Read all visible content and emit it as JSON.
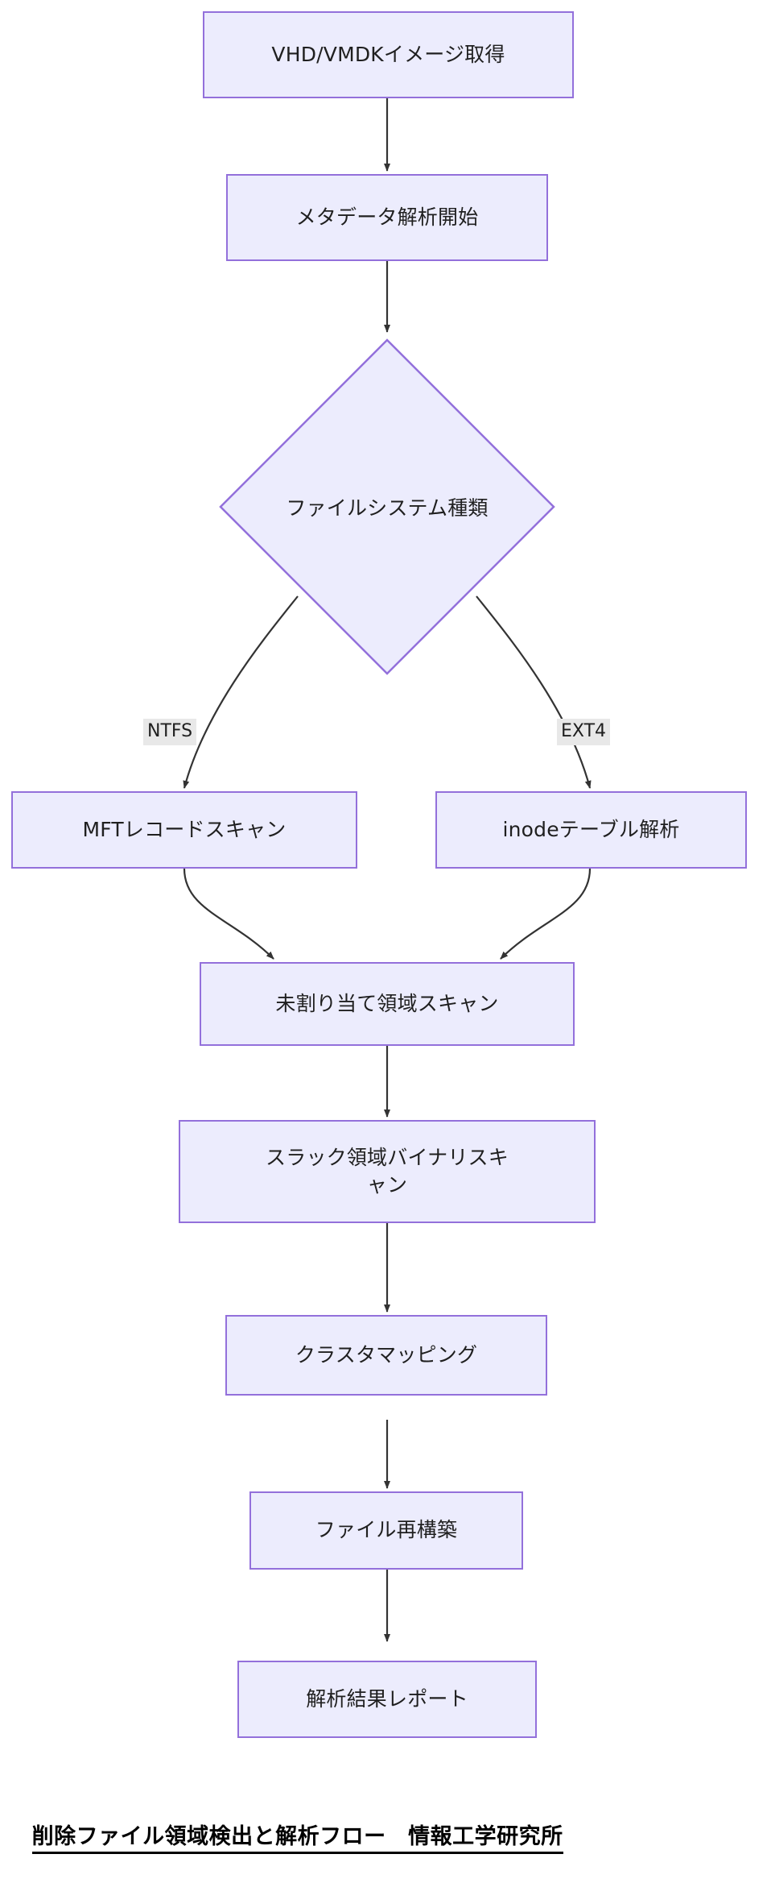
{
  "diagram": {
    "type": "flowchart",
    "direction": "top-to-bottom",
    "theme": {
      "node_fill": "#ececfd",
      "node_border": "#9370db",
      "edge_color": "#333333",
      "edge_label_bg": "#e8e8e8",
      "text_color": "#1f1f1f",
      "background": "#ffffff"
    },
    "nodes": [
      {
        "id": "n1",
        "shape": "rect",
        "label": "VHD/VMDKイメージ取得"
      },
      {
        "id": "n2",
        "shape": "rect",
        "label": "メタデータ解析開始"
      },
      {
        "id": "n3",
        "shape": "diamond",
        "label": "ファイルシステム種類"
      },
      {
        "id": "n4",
        "shape": "rect",
        "label": "MFTレコードスキャン"
      },
      {
        "id": "n5",
        "shape": "rect",
        "label": "inodeテーブル解析"
      },
      {
        "id": "n6",
        "shape": "rect",
        "label": "未割り当て領域スキャン"
      },
      {
        "id": "n7",
        "shape": "rect",
        "label": "スラック領域バイナリスキ\nャン"
      },
      {
        "id": "n8",
        "shape": "rect",
        "label": "クラスタマッピング"
      },
      {
        "id": "n9",
        "shape": "rect",
        "label": "ファイル再構築"
      },
      {
        "id": "n10",
        "shape": "rect",
        "label": "解析結果レポート"
      }
    ],
    "edges": [
      {
        "from": "n1",
        "to": "n2",
        "label": ""
      },
      {
        "from": "n2",
        "to": "n3",
        "label": ""
      },
      {
        "from": "n3",
        "to": "n4",
        "label": "NTFS"
      },
      {
        "from": "n3",
        "to": "n5",
        "label": "EXT4"
      },
      {
        "from": "n4",
        "to": "n6",
        "label": ""
      },
      {
        "from": "n5",
        "to": "n6",
        "label": ""
      },
      {
        "from": "n6",
        "to": "n7",
        "label": ""
      },
      {
        "from": "n7",
        "to": "n8",
        "label": ""
      },
      {
        "from": "n8",
        "to": "n9",
        "label": ""
      },
      {
        "from": "n9",
        "to": "n10",
        "label": ""
      }
    ],
    "edge_labels": {
      "ntfs": "NTFS",
      "ext4": "EXT4"
    }
  },
  "caption": {
    "text": "削除ファイル領域検出と解析フロー　情報工学研究所"
  }
}
